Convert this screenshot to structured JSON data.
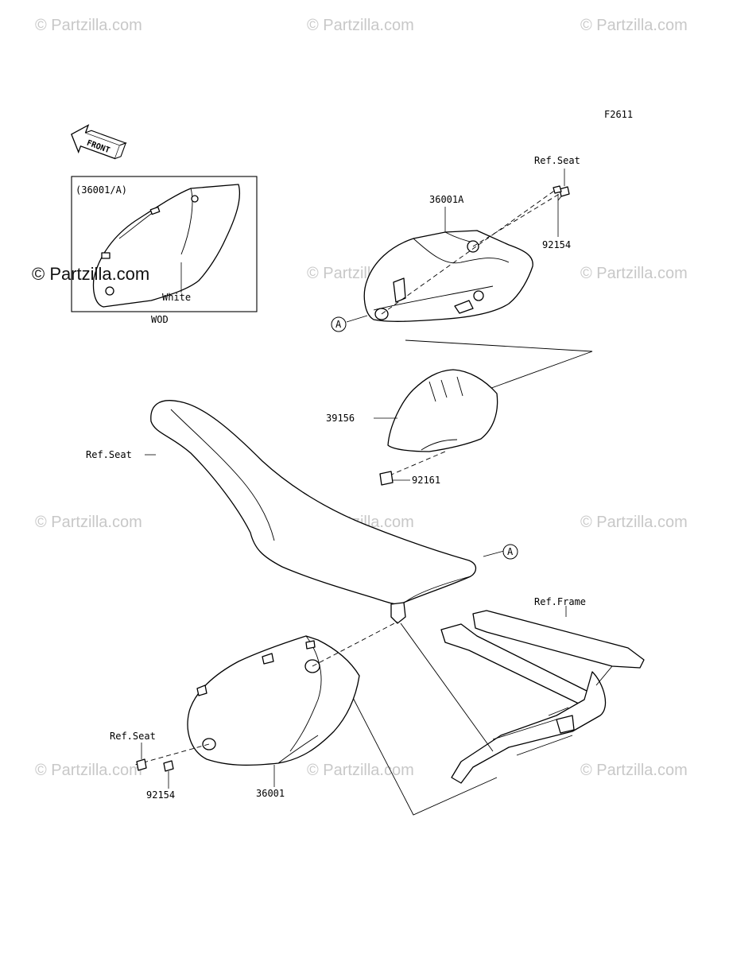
{
  "figure_id": "F2611",
  "front_label": "FRONT",
  "watermarks": [
    "© Partzilla.com"
  ],
  "watermark_main": "© Partzilla.com",
  "inset": {
    "title": "(36001/A)",
    "color_label": "White",
    "variant_label": "WOD"
  },
  "callouts": {
    "ref_seat_top": "Ref.Seat",
    "part_36001A": "36001A",
    "part_92154_top": "92154",
    "ref_A_top": "A",
    "part_39156": "39156",
    "part_92161": "92161",
    "ref_seat_main": "Ref.Seat",
    "ref_A_seat": "A",
    "ref_frame": "Ref.Frame",
    "ref_seat_bottom": "Ref.Seat",
    "part_92154_bottom": "92154",
    "part_36001": "36001"
  }
}
